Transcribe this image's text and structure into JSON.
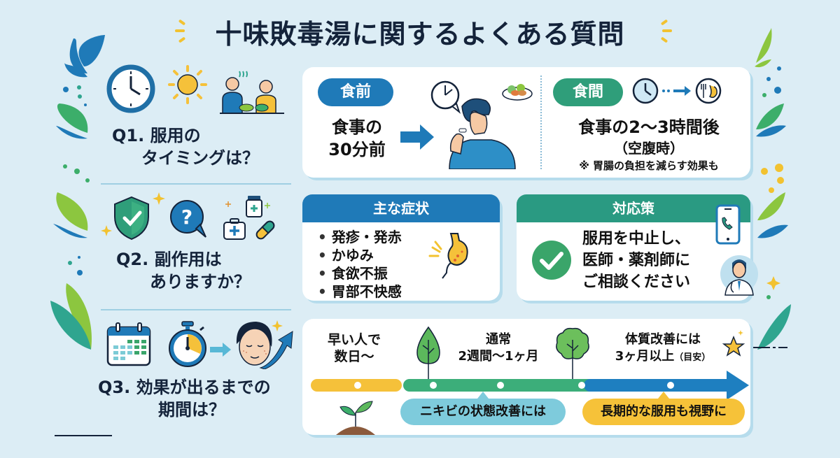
{
  "title": "十味敗毒湯に関するよくある質問",
  "colors": {
    "background": "#dcedf5",
    "primary_blue": "#1f7ab8",
    "green": "#2f9e7a",
    "timeline_yellow": "#f5c13a",
    "timeline_green": "#3cae7a",
    "timeline_blue": "#1e7fc0",
    "bubble_teal": "#7ecbdc",
    "bubble_yellow": "#f6c239"
  },
  "q1": {
    "question_line1": "Q1. 服用の",
    "question_line2": "タイミングは？",
    "icons": [
      "clock-icon",
      "sun-icon",
      "people-eating-icon"
    ],
    "before_meal": {
      "badge": "食前",
      "line1": "食事の",
      "line2": "30分前",
      "icons": [
        "arrow-right-icon",
        "clock-speech-icon",
        "person-taking-medicine-icon",
        "food-plate-icon"
      ]
    },
    "between_meals": {
      "badge": "食間",
      "main": "食事の2〜3時間後",
      "sub": "（空腹時）",
      "note": "※ 胃腸の負担を減らす効果も",
      "icons": [
        "clock-icon",
        "dotted-arrow-icon",
        "fork-stomach-icon"
      ]
    }
  },
  "q2": {
    "question_line1": "Q2. 副作用は",
    "question_line2": "ありますか？",
    "icons": [
      "shield-check-icon",
      "question-bubble-icon",
      "medicine-kit-icon",
      "capsule-icon"
    ],
    "symptoms": {
      "header": "主な症状",
      "items": [
        "発疹・発赤",
        "かゆみ",
        "食欲不振",
        "胃部不快感"
      ],
      "icon": "stomach-icon"
    },
    "response": {
      "header": "対応策",
      "line1": "服用を中止し、",
      "line2": "医師・薬剤師に",
      "line3": "ご相談ください",
      "icons": [
        "check-circle-icon",
        "phone-icon",
        "doctor-icon"
      ]
    }
  },
  "q3": {
    "question_line1": "Q3. 効果が出るまでの",
    "question_line2": "期間は？",
    "icons": [
      "calendar-icon",
      "stopwatch-icon",
      "arrow-right-icon",
      "face-icon",
      "trend-up-icon"
    ],
    "timeline": {
      "stage1_line1": "早い人で",
      "stage1_line2": "数日〜",
      "stage2_line1": "通常",
      "stage2_line2": "2週間〜1ヶ月",
      "stage3_line1": "体質改善には",
      "stage3_line2": "3ヶ月以上",
      "stage3_suffix": "（目安）",
      "bubble1": "ニキビの状態改善には",
      "bubble2": "長期的な服用も視野に",
      "icons": [
        "sprout-icon",
        "leaf-tree-icon",
        "round-tree-icon",
        "star-icon"
      ]
    }
  }
}
